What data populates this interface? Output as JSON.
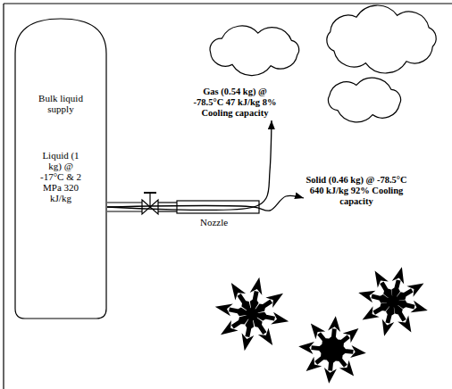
{
  "diagram": {
    "nodes": [
      {
        "text": [
          "Bulk liquid supply",
          "Liquid (1 kg) @ -17°C & 2 MPa 320 kJ/kg"
        ]
      },
      {
        "text": [
          "Gas (0.54 kg) @ -78.5°C 47 kJ/kg 8% Cooling capacity"
        ]
      },
      {
        "text": [
          "Solid (0.46 kg) @ -78.5°C 640 kJ/kg 92% Cooling capacity"
        ]
      }
    ],
    "edges": [
      {
        "from": 0,
        "to": 1,
        "arrow": "to"
      },
      {
        "from": 0,
        "to": 2,
        "arrow": "to"
      }
    ],
    "labels": [
      "Nozzle"
    ]
  }
}
